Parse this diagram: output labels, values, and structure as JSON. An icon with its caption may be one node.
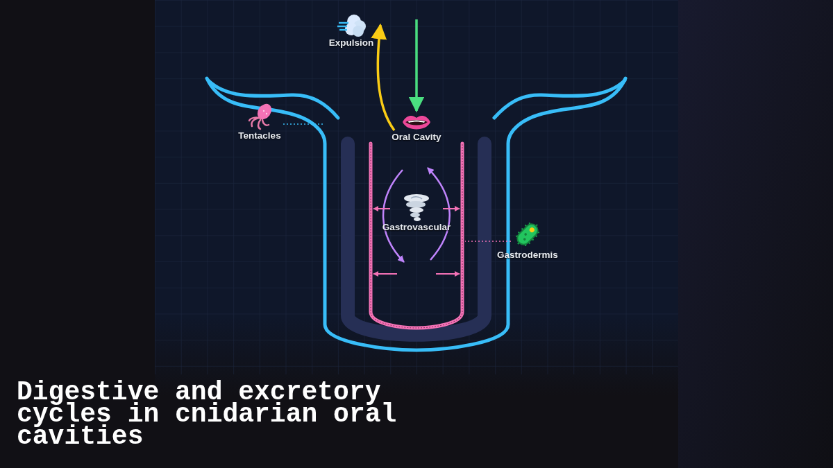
{
  "diagram": {
    "title": "Digestive and excretory cycles in cnidarian oral cavities",
    "nodes": [
      {
        "text": [
          "Expulsion"
        ]
      },
      {
        "text": [
          "Tentacles"
        ]
      },
      {
        "text": [
          "Oral Cavity"
        ]
      },
      {
        "text": [
          "Gastrovascular"
        ]
      },
      {
        "text": [
          "Gastrodermis"
        ]
      }
    ],
    "edges": [
      {
        "from": 2,
        "to": 0,
        "arrow": "to",
        "style": "thick",
        "color": "#facc15"
      },
      {
        "from": null,
        "to": 2,
        "arrow": "to",
        "style": "thick",
        "color": "#4ade80"
      },
      {
        "from": 1,
        "to": null,
        "arrow": "none",
        "style": "dashed",
        "color": "#38bdf8"
      },
      {
        "from": 4,
        "to": null,
        "arrow": "none",
        "style": "dashed",
        "color": "#f472b6"
      }
    ]
  }
}
